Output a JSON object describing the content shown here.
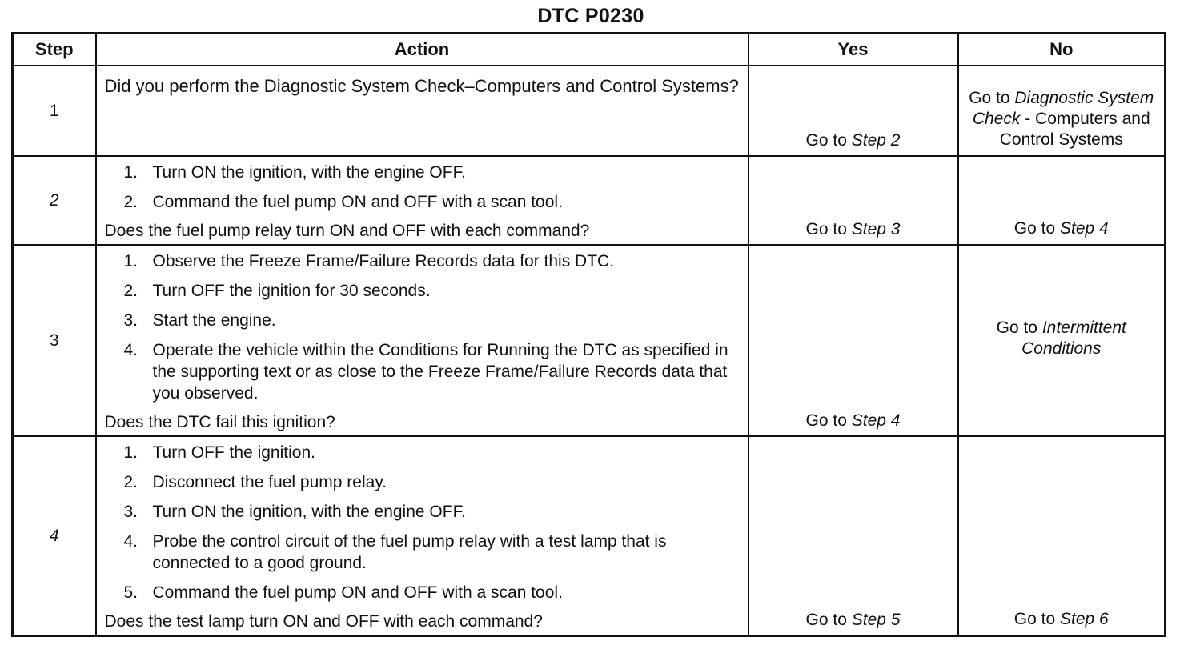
{
  "title": "DTC P0230",
  "headers": {
    "step": "Step",
    "action": "Action",
    "yes": "Yes",
    "no": "No"
  },
  "rows": [
    {
      "step": "1",
      "step_italic": false,
      "items": [],
      "question": "Did you perform the Diagnostic System Check–Computers and Control Systems?",
      "yes": {
        "prefix": "Go to ",
        "target": "Step 2"
      },
      "no": {
        "prefix": "Go to ",
        "target": "Diagnostic System Check",
        "suffix": " - Computers and Control Systems"
      }
    },
    {
      "step": "2",
      "step_italic": true,
      "items": [
        {
          "num": "1.",
          "text": "Turn ON the ignition, with the engine OFF."
        },
        {
          "num": "2.",
          "text": "Command the fuel pump ON and OFF with a scan tool."
        }
      ],
      "question": "Does the fuel pump relay turn ON and OFF with each command?",
      "yes": {
        "prefix": "Go to ",
        "target": "Step 3"
      },
      "no": {
        "prefix": "Go to ",
        "target": "Step 4"
      }
    },
    {
      "step": "3",
      "step_italic": false,
      "items": [
        {
          "num": "1.",
          "text": "Observe the Freeze Frame/Failure Records data for this DTC."
        },
        {
          "num": "2.",
          "text": "Turn OFF the ignition for 30 seconds."
        },
        {
          "num": "3.",
          "text": "Start the engine."
        },
        {
          "num": "4.",
          "text": "Operate the vehicle within the Conditions for Running the DTC as specified in the supporting text or as close to the Freeze Frame/Failure Records data that you observed."
        }
      ],
      "question": "Does the DTC fail this ignition?",
      "yes": {
        "prefix": "Go to ",
        "target": "Step 4"
      },
      "no": {
        "prefix": "Go to ",
        "target": "Intermittent Conditions"
      }
    },
    {
      "step": "4",
      "step_italic": true,
      "items": [
        {
          "num": "1.",
          "text": "Turn OFF the ignition."
        },
        {
          "num": "2.",
          "text": "Disconnect the fuel pump relay."
        },
        {
          "num": "3.",
          "text": "Turn ON the ignition, with the engine OFF."
        },
        {
          "num": "4.",
          "text": "Probe the control circuit of the fuel pump relay with a test lamp that is connected to a good ground."
        },
        {
          "num": "5.",
          "text": "Command the fuel pump ON and OFF with a scan tool."
        }
      ],
      "question": "Does the test lamp turn ON and OFF with each command?",
      "yes": {
        "prefix": "Go to ",
        "target": "Step 5"
      },
      "no": {
        "prefix": "Go to ",
        "target": "Step 6"
      }
    }
  ]
}
